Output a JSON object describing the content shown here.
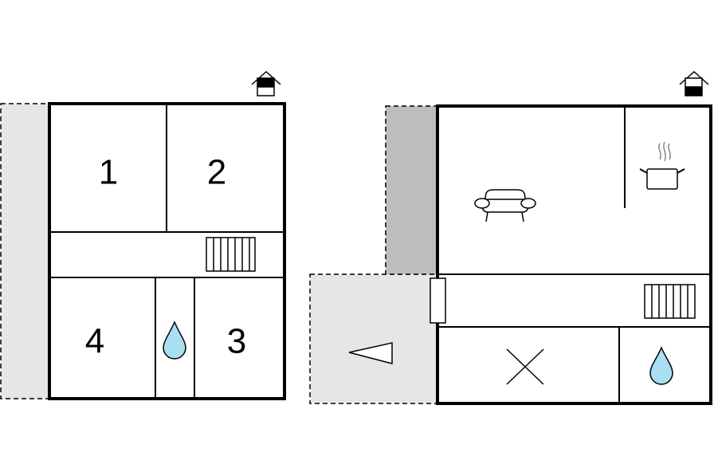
{
  "ground_floor": {
    "rooms": [
      {
        "label": "1"
      },
      {
        "label": "2"
      },
      {
        "label": "3"
      },
      {
        "label": "4"
      }
    ],
    "terrace_color": "#e6e6e6"
  },
  "upper_floor": {
    "balcony_color": "#bdbdbd",
    "terrace_color": "#e6e6e6"
  },
  "colors": {
    "water": "#a9dff0"
  }
}
